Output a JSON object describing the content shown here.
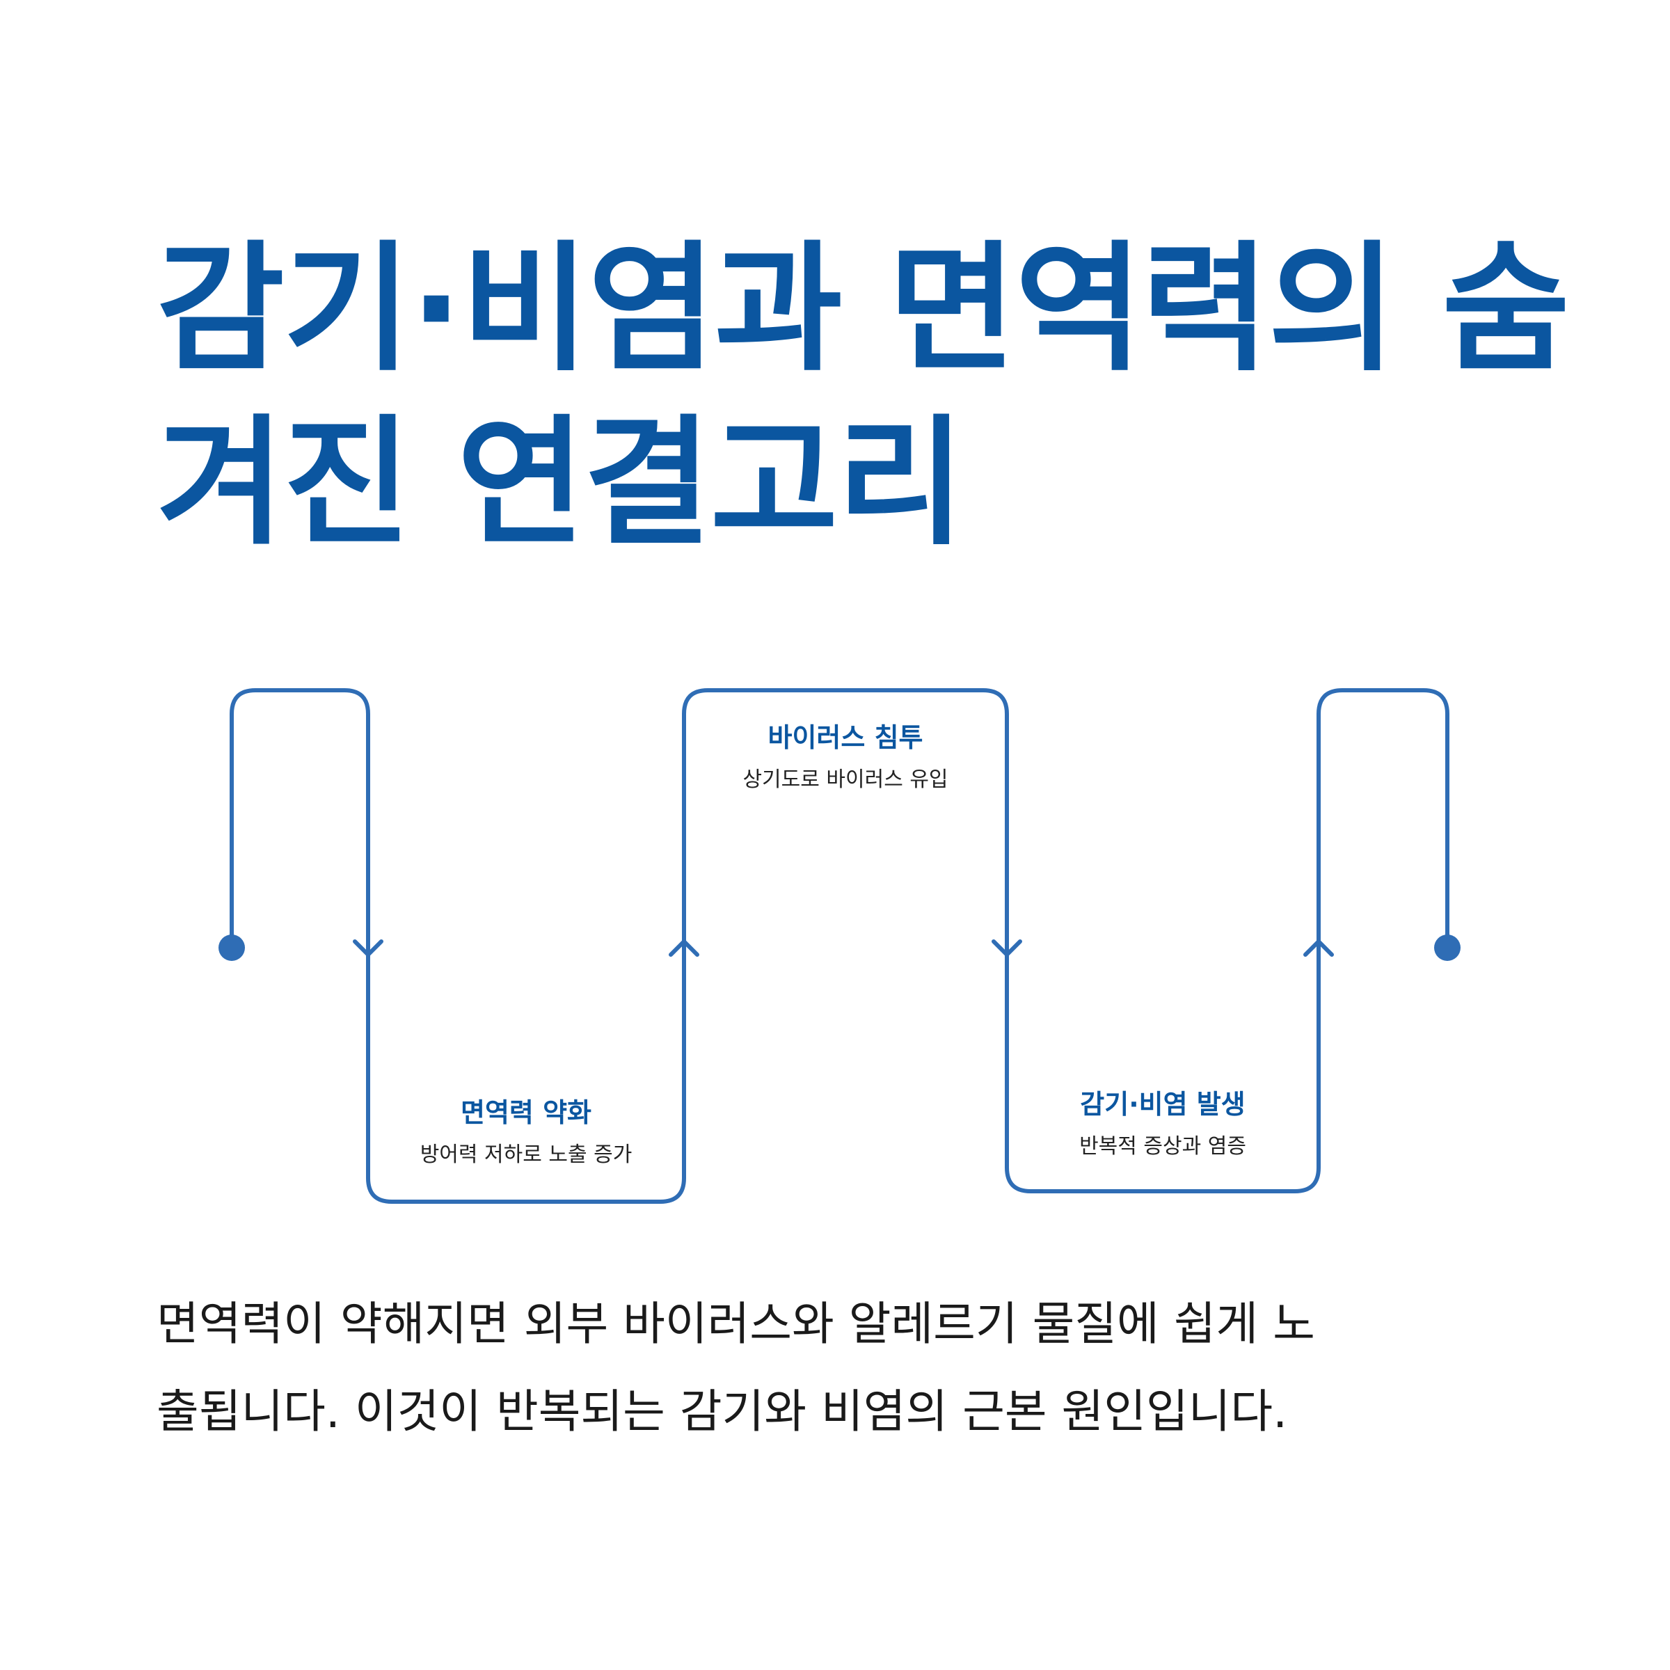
{
  "title": {
    "line1": "감기·비염과 면역력의 숨",
    "line2": "겨진 연결고리"
  },
  "diagram": {
    "line_color": "#2f6db5",
    "title_color": "#0b56a0",
    "steps": [
      {
        "title": "면역력 약화",
        "desc": "방어력 저하로 노출 증가"
      },
      {
        "title": "바이러스 침투",
        "desc": "상기도로 바이러스 유입"
      },
      {
        "title": "감기·비염 발생",
        "desc": "반복적 증상과 염증"
      }
    ]
  },
  "body": {
    "line1": "면역력이 약해지면 외부 바이러스와 알레르기 물질에 쉽게 노",
    "line2": "출됩니다. 이것이 반복되는 감기와 비염의 근본 원인입니다."
  }
}
